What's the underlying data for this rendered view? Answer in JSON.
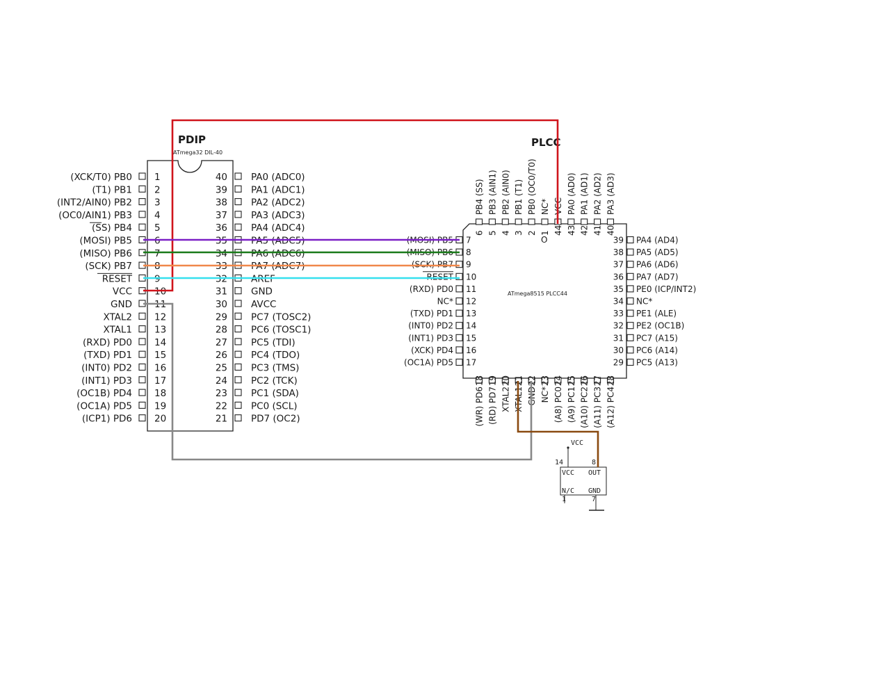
{
  "pdip": {
    "title": "PDIP",
    "part": "ATmega32 DIL-40",
    "left_pins": [
      {
        "num": "1",
        "label": "(XCK/T0)  PB0"
      },
      {
        "num": "2",
        "label": "(T1)  PB1"
      },
      {
        "num": "3",
        "label": "(INT2/AIN0)  PB2"
      },
      {
        "num": "4",
        "label": "(OC0/AIN1)  PB3"
      },
      {
        "num": "5",
        "label": "(SS)  PB4"
      },
      {
        "num": "6",
        "label": "(MOSI)  PB5"
      },
      {
        "num": "7",
        "label": "(MISO)  PB6"
      },
      {
        "num": "8",
        "label": "(SCK)  PB7"
      },
      {
        "num": "9",
        "label": "RESET"
      },
      {
        "num": "10",
        "label": "VCC"
      },
      {
        "num": "11",
        "label": "GND"
      },
      {
        "num": "12",
        "label": "XTAL2"
      },
      {
        "num": "13",
        "label": "XTAL1"
      },
      {
        "num": "14",
        "label": "(RXD)  PD0"
      },
      {
        "num": "15",
        "label": "(TXD)  PD1"
      },
      {
        "num": "16",
        "label": "(INT0)  PD2"
      },
      {
        "num": "17",
        "label": "(INT1)  PD3"
      },
      {
        "num": "18",
        "label": "(OC1B)  PD4"
      },
      {
        "num": "19",
        "label": "(OC1A)  PD5"
      },
      {
        "num": "20",
        "label": "(ICP1)  PD6"
      }
    ],
    "right_pins": [
      {
        "num": "40",
        "label": "PA0  (ADC0)"
      },
      {
        "num": "39",
        "label": "PA1  (ADC1)"
      },
      {
        "num": "38",
        "label": "PA2  (ADC2)"
      },
      {
        "num": "37",
        "label": "PA3  (ADC3)"
      },
      {
        "num": "36",
        "label": "PA4  (ADC4)"
      },
      {
        "num": "35",
        "label": "PA5  (ADC5)"
      },
      {
        "num": "34",
        "label": "PA6  (ADC6)"
      },
      {
        "num": "33",
        "label": "PA7  (ADC7)"
      },
      {
        "num": "32",
        "label": "AREF"
      },
      {
        "num": "31",
        "label": "GND"
      },
      {
        "num": "30",
        "label": "AVCC"
      },
      {
        "num": "29",
        "label": "PC7  (TOSC2)"
      },
      {
        "num": "28",
        "label": "PC6  (TOSC1)"
      },
      {
        "num": "27",
        "label": "PC5  (TDI)"
      },
      {
        "num": "26",
        "label": "PC4  (TDO)"
      },
      {
        "num": "25",
        "label": "PC3  (TMS)"
      },
      {
        "num": "24",
        "label": "PC2  (TCK)"
      },
      {
        "num": "23",
        "label": "PC1  (SDA)"
      },
      {
        "num": "22",
        "label": "PC0  (SCL)"
      },
      {
        "num": "21",
        "label": "PD7  (OC2)"
      }
    ]
  },
  "plcc": {
    "title": "PLCC",
    "part": "ATmega8515 PLCC44",
    "pin1_marker": "O",
    "top_pins": [
      {
        "num": "6",
        "label": "PB4 (SS)"
      },
      {
        "num": "5",
        "label": "PB3 (AIN1)"
      },
      {
        "num": "4",
        "label": "PB2 (AIN0)"
      },
      {
        "num": "3",
        "label": "PB1 (T1)"
      },
      {
        "num": "2",
        "label": "PB0 (OC0/T0)"
      },
      {
        "num": "1",
        "label": "NC*"
      },
      {
        "num": "44",
        "label": "VCC"
      },
      {
        "num": "43",
        "label": "PA0 (AD0)"
      },
      {
        "num": "42",
        "label": "PA1 (AD1)"
      },
      {
        "num": "41",
        "label": "PA2 (AD2)"
      },
      {
        "num": "40",
        "label": "PA3 (AD3)"
      }
    ],
    "left_pins": [
      {
        "num": "7",
        "label": "(MOSI) PB5"
      },
      {
        "num": "8",
        "label": "(MISO) PB6"
      },
      {
        "num": "9",
        "label": "(SCK) PB7"
      },
      {
        "num": "10",
        "label": "RESET"
      },
      {
        "num": "11",
        "label": "(RXD) PD0"
      },
      {
        "num": "12",
        "label": "NC*"
      },
      {
        "num": "13",
        "label": "(TXD) PD1"
      },
      {
        "num": "14",
        "label": "(INT0) PD2"
      },
      {
        "num": "15",
        "label": "(INT1) PD3"
      },
      {
        "num": "16",
        "label": "(XCK) PD4"
      },
      {
        "num": "17",
        "label": "(OC1A) PD5"
      }
    ],
    "right_pins": [
      {
        "num": "39",
        "label": "PA4 (AD4)"
      },
      {
        "num": "38",
        "label": "PA5 (AD5)"
      },
      {
        "num": "37",
        "label": "PA6 (AD6)"
      },
      {
        "num": "36",
        "label": "PA7 (AD7)"
      },
      {
        "num": "35",
        "label": "PE0 (ICP/INT2)"
      },
      {
        "num": "34",
        "label": "NC*"
      },
      {
        "num": "33",
        "label": "PE1 (ALE)"
      },
      {
        "num": "32",
        "label": "PE2 (OC1B)"
      },
      {
        "num": "31",
        "label": "PC7 (A15)"
      },
      {
        "num": "30",
        "label": "PC6 (A14)"
      },
      {
        "num": "29",
        "label": "PC5 (A13)"
      }
    ],
    "bottom_pins": [
      {
        "num": "18",
        "label": "(WR) PD6"
      },
      {
        "num": "19",
        "label": "(RD) PD7"
      },
      {
        "num": "20",
        "label": "XTAL2"
      },
      {
        "num": "21",
        "label": "XTAL1"
      },
      {
        "num": "22",
        "label": "GND"
      },
      {
        "num": "23",
        "label": "NC*"
      },
      {
        "num": "24",
        "label": "(A8) PC0"
      },
      {
        "num": "25",
        "label": "(A9) PC1"
      },
      {
        "num": "26",
        "label": "(A10) PC2"
      },
      {
        "num": "27",
        "label": "(A11) PC3"
      },
      {
        "num": "28",
        "label": "(A12) PC4"
      }
    ]
  },
  "oscillator": {
    "vcc_net": "VCC",
    "pin_vcc_num": "14",
    "pin_out_num": "8",
    "pin_nc_num": "1",
    "pin_gnd_num": "7",
    "vcc_label": "VCC",
    "out_label": "OUT",
    "nc_label": "N/C",
    "gnd_label": "GND"
  },
  "wires": {
    "vcc": "#d0141c",
    "mosi": "#7a1fc6",
    "miso": "#1a7a1a",
    "sck": "#f0874a",
    "reset": "#35e0ee",
    "gnd": "#888888",
    "clock": "#8a4a10"
  }
}
